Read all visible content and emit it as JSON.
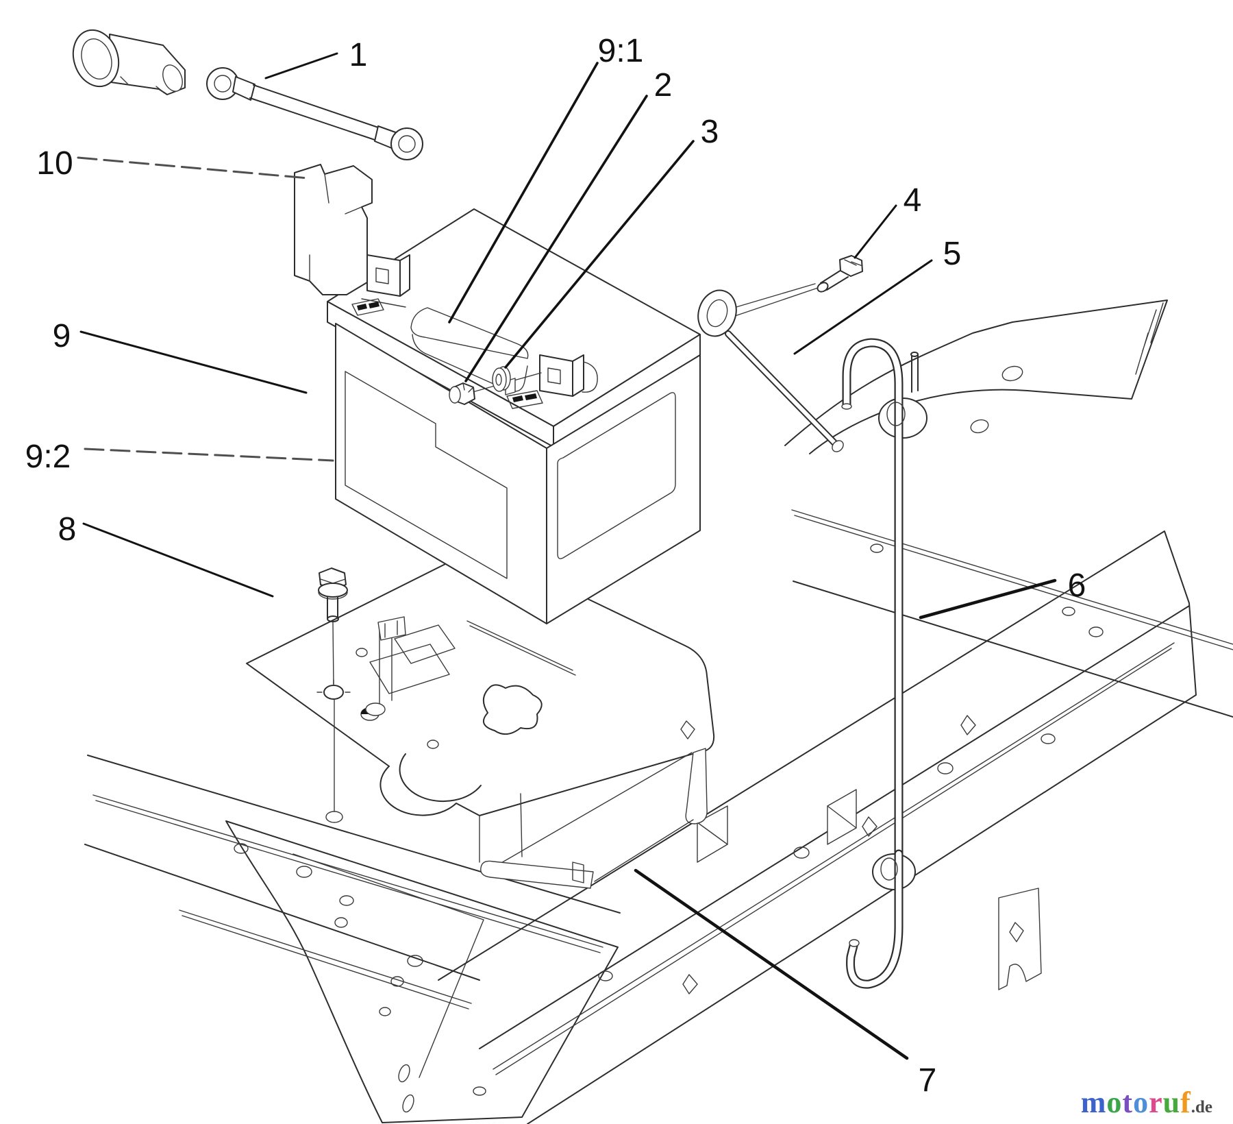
{
  "page": {
    "type": "exploded-parts-diagram",
    "background": "#ffffff"
  },
  "colors": {
    "line": "#2d2d2d",
    "leader": "#121212",
    "dashed_leader": "#4f4f4f",
    "callout_text": "#111111"
  },
  "callouts": [
    {
      "id": "1",
      "label": "1"
    },
    {
      "id": "2",
      "label": "2"
    },
    {
      "id": "3",
      "label": "3"
    },
    {
      "id": "4",
      "label": "4"
    },
    {
      "id": "5",
      "label": "5"
    },
    {
      "id": "6",
      "label": "6"
    },
    {
      "id": "7",
      "label": "7"
    },
    {
      "id": "8",
      "label": "8"
    },
    {
      "id": "9",
      "label": "9"
    },
    {
      "id": "9:1",
      "label": "9:1"
    },
    {
      "id": "9:2",
      "label": "9:2"
    },
    {
      "id": "10",
      "label": "10"
    }
  ],
  "watermark": {
    "word": "motoruf",
    "letters": [
      {
        "char": "m",
        "color": "#3c63cc"
      },
      {
        "char": "o",
        "color": "#3aa54b"
      },
      {
        "char": "t",
        "color": "#7a4fc0"
      },
      {
        "char": "o",
        "color": "#4e8fd6"
      },
      {
        "char": "r",
        "color": "#e0488e"
      },
      {
        "char": "u",
        "color": "#46a93c"
      },
      {
        "char": "f",
        "color": "#f0991e"
      }
    ],
    "suffix": ".de",
    "suffix_color": "#4a4a4a"
  }
}
